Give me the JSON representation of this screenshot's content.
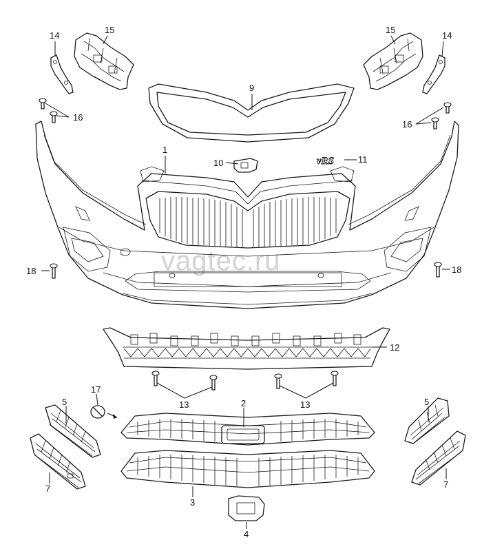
{
  "watermark": "vagtec.ru",
  "badge_text": "vRS",
  "callouts": {
    "c1": "1",
    "c2": "2",
    "c3": "3",
    "c4": "4",
    "c5_left": "5",
    "c5_right": "5",
    "c7_left": "7",
    "c7_right": "7",
    "c9": "9",
    "c10": "10",
    "c11": "11",
    "c12": "12",
    "c13_left": "13",
    "c13_right": "13",
    "c14_left": "14",
    "c14_right": "14",
    "c15_left": "15",
    "c15_right": "15",
    "c16_left": "16",
    "c16_right": "16",
    "c17": "17",
    "c18_left": "18",
    "c18_right": "18"
  },
  "colors": {
    "line": "#1a1a1a",
    "watermark": "#d3d3d3",
    "background": "#ffffff"
  }
}
